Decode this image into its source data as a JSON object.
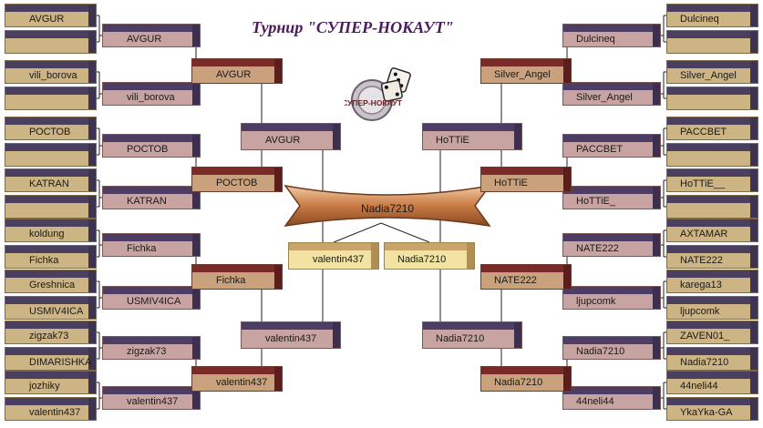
{
  "title": "Турнир \"СУПЕР-НОКАУТ\"",
  "logo_text": "СУПЕР-НОКАУТ",
  "final_winner": "Nadia7210",
  "semifinal": {
    "left": "valentin437",
    "right": "Nadia7210"
  },
  "left": {
    "r1": [
      "AVGUR",
      "",
      "vili_borova",
      "",
      "РОСТОВ",
      "",
      "KATRAN",
      "",
      "koldung",
      "Fichka",
      "Greshnica",
      "USMIV4ICA",
      "zigzak73",
      "DIMARISHKA",
      "jozhiky",
      "valentin437"
    ],
    "r2": [
      "AVGUR",
      "vili_borova",
      "РОСТОВ",
      "KATRAN",
      "Fichka",
      "USMIV4ICA",
      "zigzak73",
      "valentin437"
    ],
    "r3": [
      "AVGUR",
      "РОСТОВ",
      "Fichka",
      "valentin437"
    ],
    "r4": [
      "AVGUR",
      "valentin437"
    ]
  },
  "right": {
    "r1": [
      "Dulcineq",
      "",
      "Silver_Angel",
      "",
      "PACCBET",
      "",
      "HoTTiE__",
      "",
      "AXTAMAR",
      "NATE222",
      "karega13",
      "ljupcomk",
      "ZAVEN01_",
      "Nadia7210",
      "44neli44",
      "YkaYka-GA"
    ],
    "r2": [
      "Dulcineq",
      "Silver_Angel",
      "PACCBET",
      "HoTTiE_",
      "NATE222",
      "ljupcomk",
      "Nadia7210",
      "44neli44"
    ],
    "r3": [
      "Silver_Angel",
      "HoTTiE",
      "NATE222",
      "Nadia7210"
    ],
    "r4": [
      "HoTTiE",
      "Nadia7210"
    ]
  }
}
